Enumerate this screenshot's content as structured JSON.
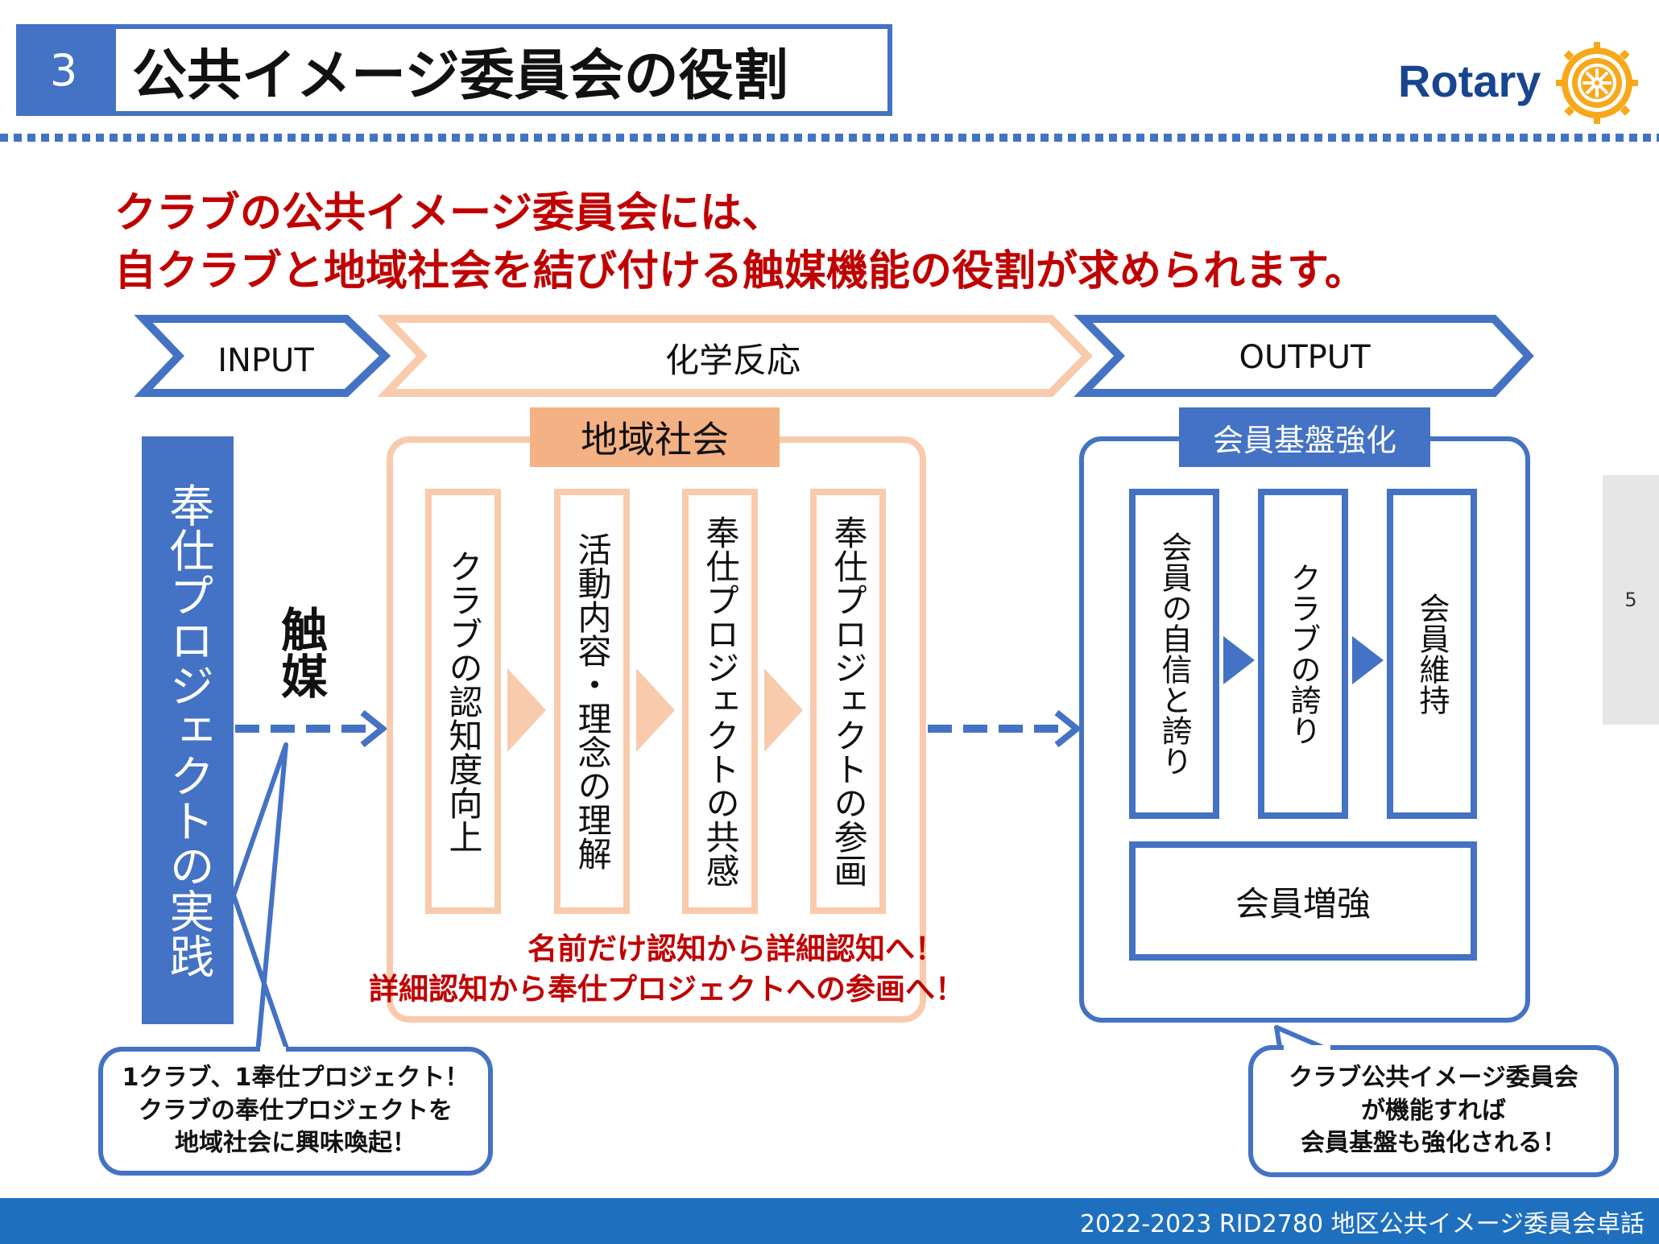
{
  "header": {
    "slide_number": "3",
    "title": "公共イメージ委員会の役割",
    "logo_text": "Rotary",
    "logo_icon": "rotary-wheel-icon"
  },
  "headline": {
    "line1": "クラブの公共イメージ委員会には、",
    "line2": "自クラブと地域社会を結び付ける触媒機能の役割が求められます。"
  },
  "flow": {
    "input": "INPUT",
    "reaction": "化学反応",
    "output": "OUTPUT"
  },
  "input_panel": {
    "practice": "奉仕プロジェクトの実践",
    "catalyst": "触媒"
  },
  "community": {
    "title": "地域社会",
    "steps": [
      "クラブの認知度向上",
      "活動内容・理念の理解",
      "奉仕プロジェクトの共感",
      "奉仕プロジェクトの参画"
    ],
    "note_line1": "名前だけ認知から詳細認知へ！",
    "note_line2": "詳細認知から奉仕プロジェクトへの参画へ！"
  },
  "membership": {
    "title": "会員基盤強化",
    "steps": [
      "会員の自信と誇り",
      "クラブの誇り",
      "会員維持"
    ],
    "growth": "会員増強"
  },
  "callouts": {
    "left": [
      "1クラブ、1奉仕プロジェクト！",
      "クラブの奉仕プロジェクトを",
      "地域社会に興味喚起！"
    ],
    "right": [
      "クラブ公共イメージ委員会",
      "が機能すれば",
      "会員基盤も強化される！"
    ]
  },
  "side_tab": {
    "page": "5"
  },
  "footer": {
    "text": "2022-2023 RID2780  地区公共イメージ委員会卓話"
  },
  "colors": {
    "blue": "#4472c4",
    "footer_blue": "#1f6fbf",
    "orange": "#f4b183",
    "orange_light": "#f8cbad",
    "red": "#c00000",
    "rotary_blue": "#17458f",
    "rotary_gold": "#f7a81b"
  }
}
